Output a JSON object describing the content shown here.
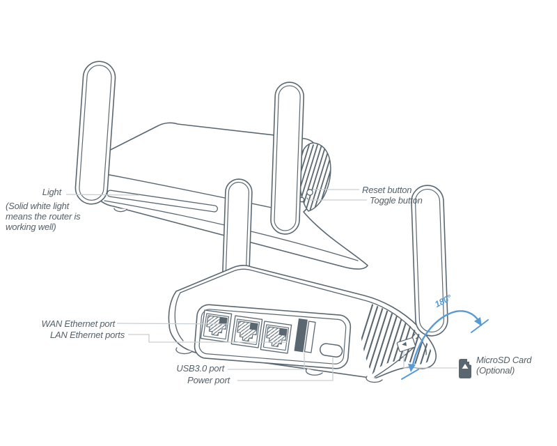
{
  "diagram": {
    "device": "travel router front/back annotated views",
    "colors": {
      "line": "#5a6770",
      "leader": "#c9ced1",
      "accent_blue": "#579bd5",
      "text": "#556067",
      "dark_fill": "#5a6770",
      "background": "#ffffff"
    },
    "labels": {
      "light": {
        "label": "Light",
        "description_lines": [
          "(Solid white light",
          "means the router is",
          "working well)"
        ]
      },
      "reset": "Reset button",
      "toggle": "Toggle button",
      "wan": "WAN Ethernet port",
      "lan": "LAN Ethernet ports",
      "usb": "USB3.0 port",
      "power": "Power port",
      "rotation": "180°",
      "microsd_lines": [
        "MicroSD Card",
        "(Optional)"
      ]
    },
    "icons": {
      "microsd_card": "microsd-card-icon",
      "microsd_slot": "microsd-slot-icon",
      "rotation_arrow": "curved-arrow-180-icon",
      "light_strip": "led-light-strip",
      "vents": "vent-grille"
    }
  }
}
